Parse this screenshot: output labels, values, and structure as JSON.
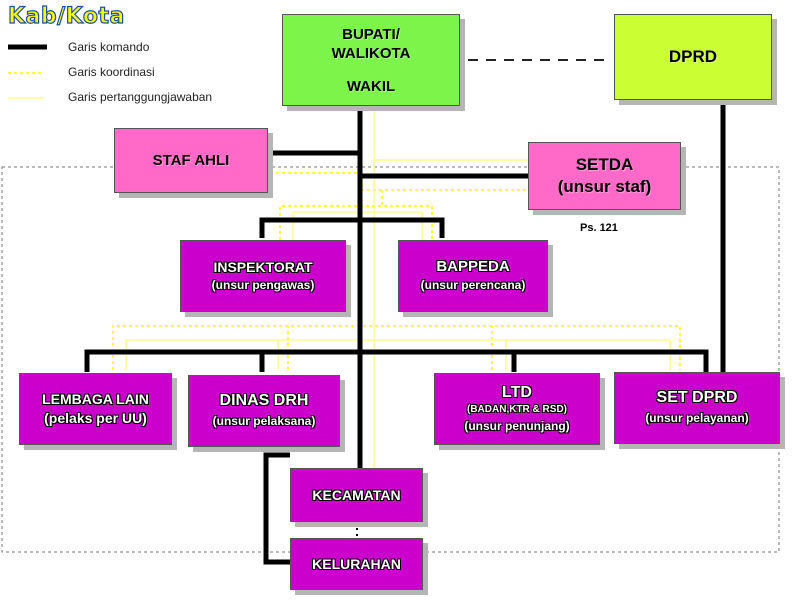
{
  "title": "Kab/Kota",
  "legend": {
    "command": "Garis komando",
    "coordination": "Garis koordinasi",
    "responsibility": "Garis pertanggungjawaban"
  },
  "boxes": {
    "bupati": {
      "line1": "BUPATI/",
      "line2": "WALIKOTA",
      "line3": "WAKIL"
    },
    "dprd": {
      "label": "DPRD"
    },
    "staf_ahli": {
      "label": "STAF AHLI"
    },
    "setda": {
      "line1": "SETDA",
      "line2": "(unsur staf)"
    },
    "inspektorat": {
      "line1": "INSPEKTORAT",
      "line2": "(unsur pengawas)"
    },
    "bappeda": {
      "line1": "BAPPEDA",
      "line2": "(unsur perencana)"
    },
    "lembaga_lain": {
      "line1": "LEMBAGA LAIN",
      "line2": "(pelaks per UU)"
    },
    "dinas": {
      "line1": "DINAS DRH",
      "line2": "(unsur pelaksana)"
    },
    "ltd": {
      "line1": "LTD",
      "line2": "(BADAN,KTR & RSD)",
      "line3": "(unsur penunjang)"
    },
    "set_dprd": {
      "line1": "SET DPRD",
      "line2": "(unsur pelayanan)"
    },
    "kecamatan": {
      "label": "KECAMATAN"
    },
    "kelurahan": {
      "label": "KELURAHAN"
    }
  },
  "note": "Ps. 121",
  "colors": {
    "command": "#000000",
    "coordination": "#ffff44",
    "responsibility": "#ffff88",
    "bupati_fill": "#7cf44a",
    "dprd_fill": "#ccff33",
    "staff_fill": "#ff69c8",
    "unit_fill": "#cc00cc"
  }
}
